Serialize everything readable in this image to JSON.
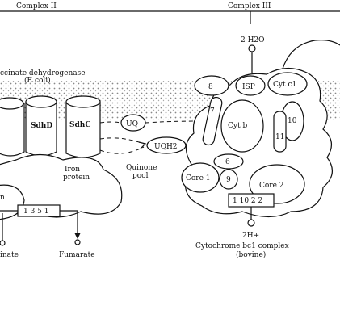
{
  "headers": {
    "complex_ii": "Complex II",
    "complex_iii": "Complex III"
  },
  "complex_ii": {
    "name_line1": "ccinate dehydrogenase",
    "name_line2": "(E coli)",
    "subunits": {
      "sdhd": "SdhD",
      "sdhc": "SdhC"
    },
    "iron_protein_line1": "Iron",
    "iron_protein_line2": "protein",
    "partial_left": "n",
    "box_value": "1 3 5 1",
    "bottom_left_label": "inate",
    "fumarate": "Fumarate"
  },
  "quinone": {
    "uq": "UQ",
    "uqh2": "UQH2",
    "pool_line1": "Quinone",
    "pool_line2": "pool"
  },
  "complex_iii": {
    "top_product": "2 H2O",
    "subunits": {
      "s8": "8",
      "isp": "ISP",
      "cyt_c1": "Cyt c1",
      "s7": "7",
      "cyt_b": "Cyt b",
      "s10": "10",
      "s11": "11",
      "s6": "6",
      "core1": "Core 1",
      "s9": "9",
      "core2": "Core 2"
    },
    "box_value": "1 10 2 2",
    "bottom_input": "2H+",
    "name_line1": "Cytochrome bc1 complex",
    "name_line2": "(bovine)"
  }
}
